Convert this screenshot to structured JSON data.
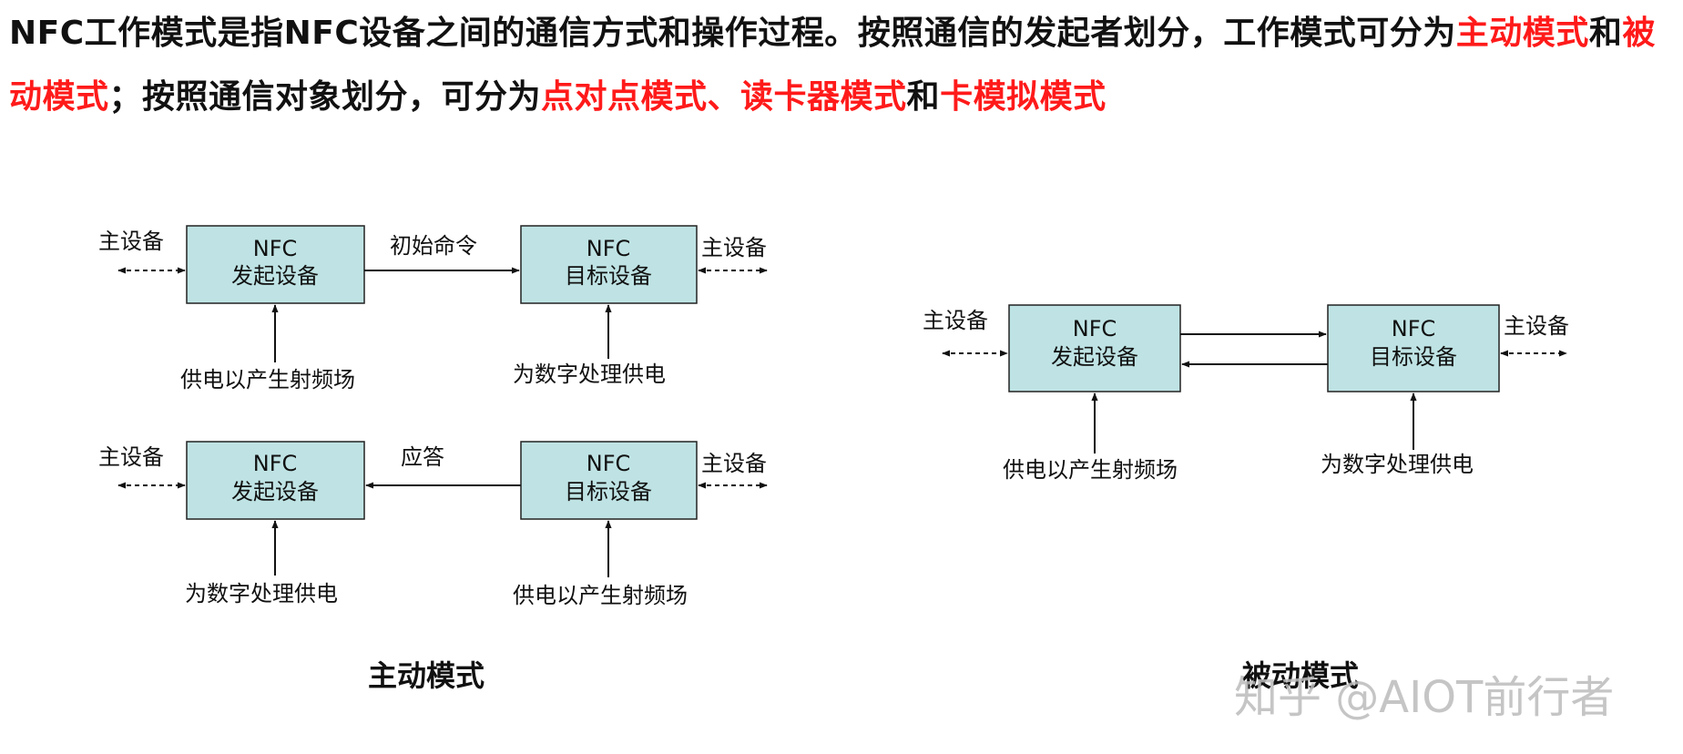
{
  "intro": {
    "p1": "NFC工作模式是指NFC设备之间的通信方式和操作过程。按照通信的发起者划分，工作模式可分为",
    "hl1": "主动模式",
    "p2": "和",
    "hl2": "被动模式",
    "p3": "；按照通信对象划分，可分为",
    "hl3": "点对点模式、读卡器模式",
    "p4": "和",
    "hl4": "卡模拟模式"
  },
  "labels": {
    "nfc": "NFC",
    "initiator": "发起设备",
    "target": "目标设备",
    "host": "主设备",
    "init_cmd": "初始命令",
    "response": "应答",
    "power_rf": "供电以产生射频场",
    "power_digital": "为数字处理供电"
  },
  "captions": {
    "active": "主动模式",
    "passive": "被动模式"
  },
  "watermark": "知乎 @AIOT前行者",
  "colors": {
    "highlight": "#ff1a1a",
    "box_fill": "#bfe3e4",
    "watermark": "#bbbbbb"
  }
}
